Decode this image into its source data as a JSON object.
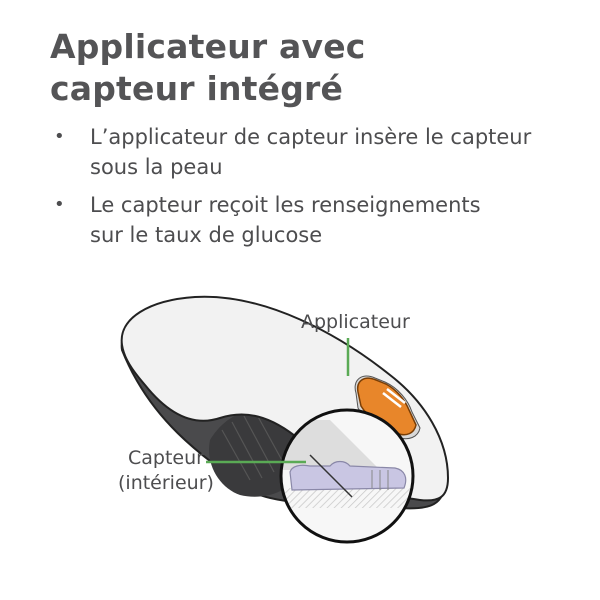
{
  "title": {
    "line1": "Applicateur avec",
    "line2": "capteur intégré"
  },
  "bullets": [
    {
      "line1": "L’applicateur de capteur insère le capteur",
      "line2": "sous la peau"
    },
    {
      "line1": "Le capteur reçoit les renseignements",
      "line2": "sur le taux de glucose"
    }
  ],
  "figure": {
    "labels": {
      "applicator": "Applicateur",
      "sensor_line1": "Capteur",
      "sensor_line2": "(intérieur)"
    },
    "colors": {
      "leader_line": "#5aaa55",
      "button_orange": "#e8862a",
      "body_light": "#f2f2f2",
      "body_dark": "#4a4a4c",
      "sensor_purple": "#c9c6e3"
    }
  }
}
